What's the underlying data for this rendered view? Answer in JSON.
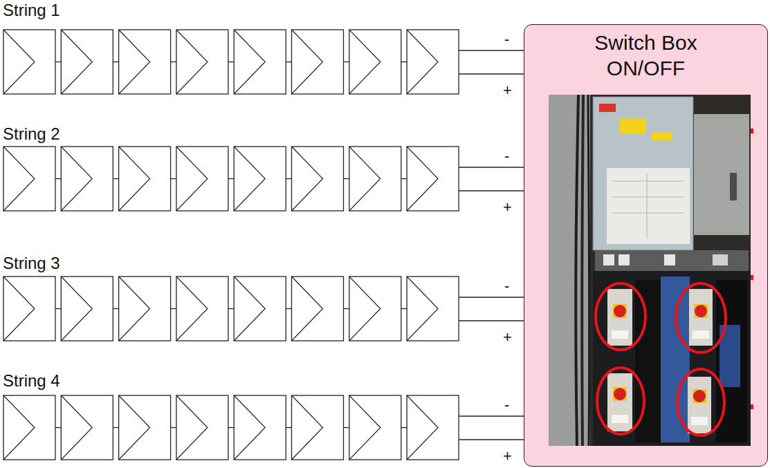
{
  "diagram": {
    "nodes": [
      {
        "text": [
          "Switch Box ON/OFF"
        ]
      }
    ],
    "labels": [
      "String 1",
      "-",
      "+",
      "String 2",
      "-",
      "+",
      "String 3",
      "-",
      "+",
      "String 4",
      "-",
      "+"
    ]
  }
}
